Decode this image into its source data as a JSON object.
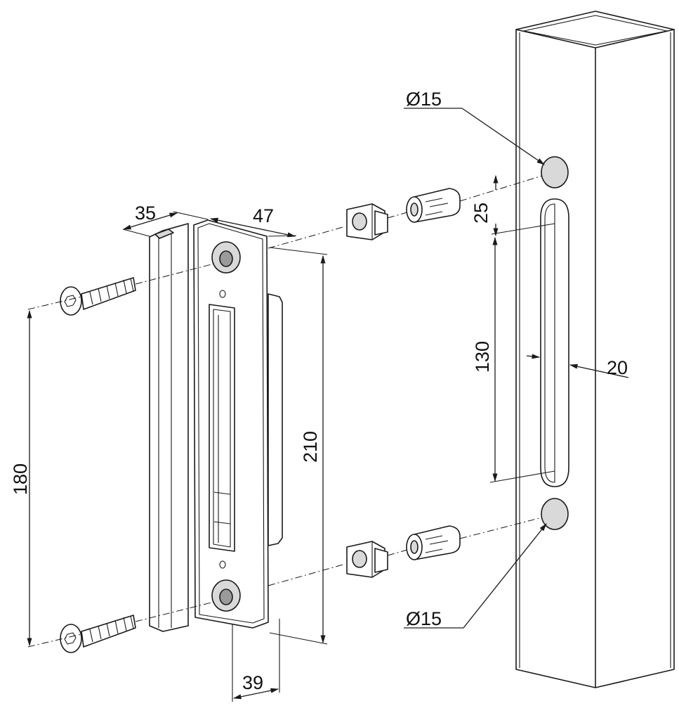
{
  "dimensions": {
    "hole_diameter_top": "Ø15",
    "hole_diameter_bottom": "Ø15",
    "hole_to_slot_offset": "25",
    "slot_length": "130",
    "slot_width": "20",
    "plate_length": "210",
    "screw_spacing": "180",
    "plate_depth": "35",
    "plate_width": "47",
    "plate_face_width": "39"
  },
  "colors": {
    "line": "#1a1a1a",
    "background": "#ffffff",
    "shade": "#d9d9d9"
  }
}
